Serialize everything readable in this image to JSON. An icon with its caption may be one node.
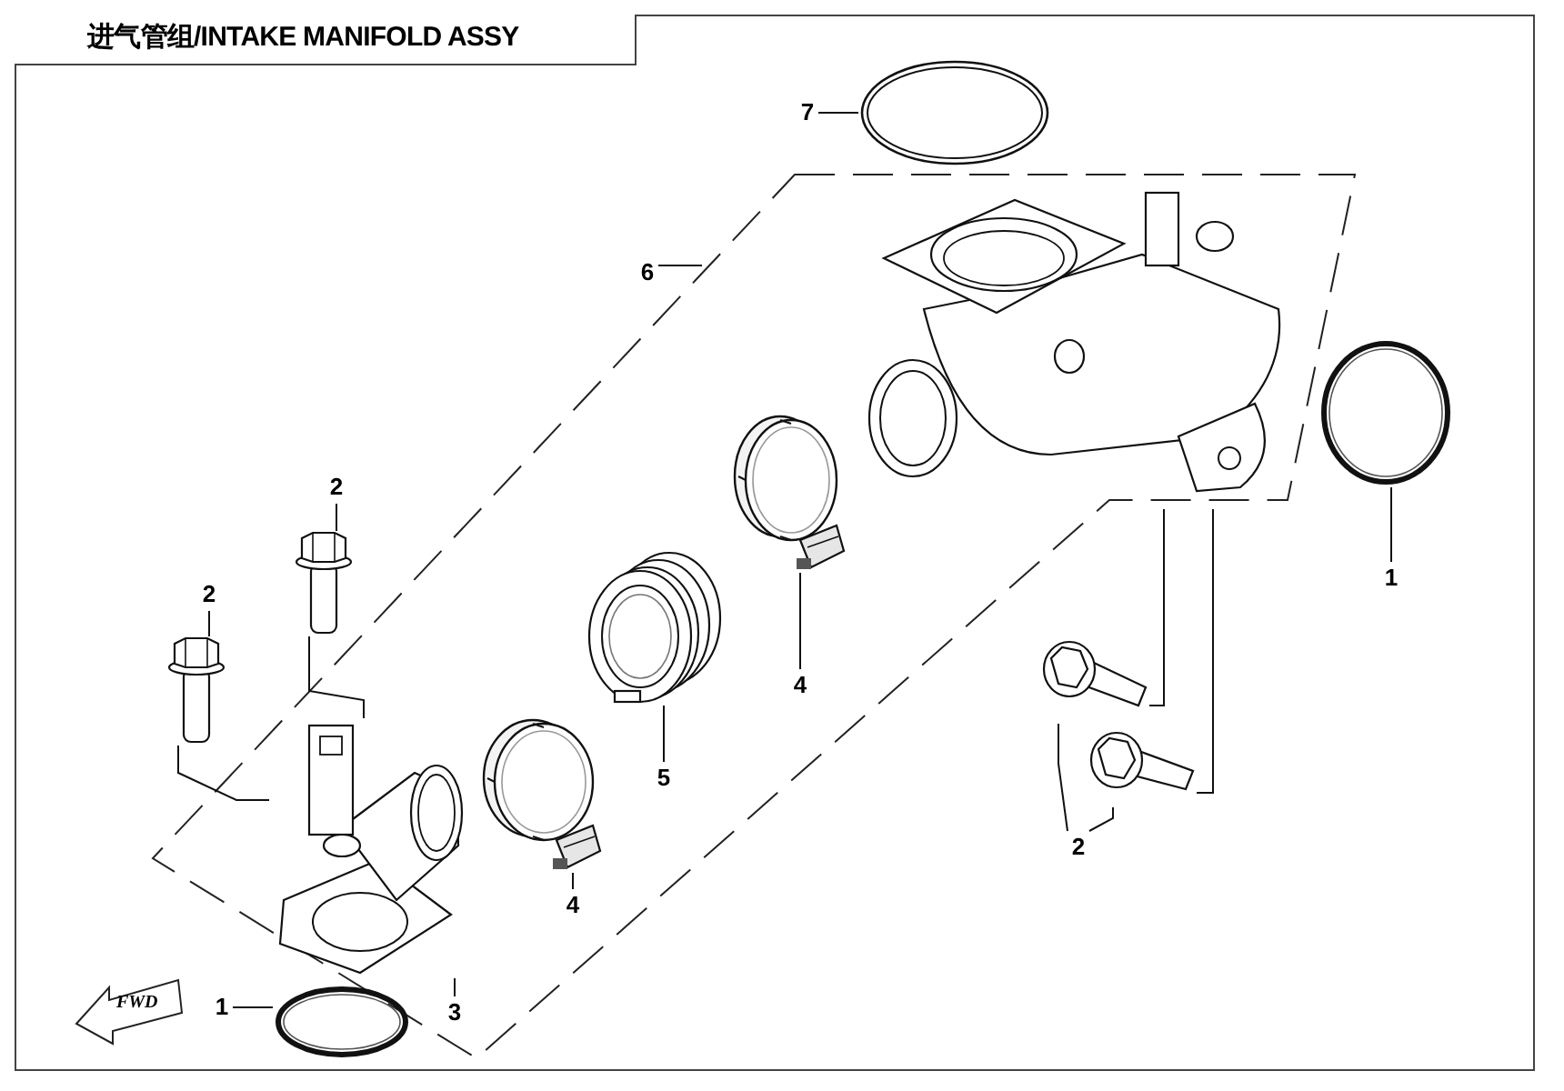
{
  "diagram": {
    "title": "进气管组/INTAKE MANIFOLD ASSY",
    "nodes": [
      {
        "text": [
          "7"
        ]
      },
      {
        "text": [],
        "shape": "picture"
      },
      {
        "text": [
          "6"
        ]
      },
      {
        "text": [],
        "shape": "picture"
      },
      {
        "text": [],
        "shape": "picture"
      },
      {
        "text": [
          "1"
        ]
      },
      {
        "text": [
          "2"
        ]
      },
      {
        "text": [],
        "shape": "picture"
      },
      {
        "text": [
          "2"
        ]
      },
      {
        "text": [],
        "shape": "picture"
      },
      {
        "text": [],
        "shape": "picture"
      },
      {
        "text": [
          "4"
        ]
      },
      {
        "text": [],
        "shape": "picture"
      },
      {
        "text": [
          "5"
        ]
      },
      {
        "text": [],
        "shape": "picture"
      },
      {
        "text": [
          "4"
        ]
      },
      {
        "text": [],
        "shape": "picture"
      },
      {
        "text": [
          "3"
        ]
      },
      {
        "text": [],
        "shape": "picture"
      },
      {
        "text": [
          "1"
        ]
      },
      {
        "text": [],
        "shape": "picture"
      },
      {
        "text": [],
        "shape": "picture"
      },
      {
        "text": [
          "2"
        ]
      },
      {
        "text": [
          "FWD"
        ]
      }
    ],
    "edges": [
      {
        "from": 0,
        "to": 1,
        "arrow": "none"
      },
      {
        "from": 2,
        "to": null,
        "arrow": "none"
      },
      {
        "from": 5,
        "to": 4,
        "arrow": "none"
      },
      {
        "from": 6,
        "to": 7,
        "arrow": "none"
      },
      {
        "from": 8,
        "to": 9,
        "arrow": "none"
      },
      {
        "from": 11,
        "to": 10,
        "arrow": "none"
      },
      {
        "from": 13,
        "to": 12,
        "arrow": "none"
      },
      {
        "from": 15,
        "to": 14,
        "arrow": "none"
      },
      {
        "from": 17,
        "to": 16,
        "arrow": "none"
      },
      {
        "from": 19,
        "to": 18,
        "arrow": "none"
      },
      {
        "from": 22,
        "to": 20,
        "arrow": "none"
      },
      {
        "from": 22,
        "to": 21,
        "arrow": "none"
      },
      {
        "from": 7,
        "to": 16,
        "arrow": "none"
      },
      {
        "from": 9,
        "to": 16,
        "arrow": "none"
      },
      {
        "from": 20,
        "to": 3,
        "arrow": "none"
      },
      {
        "from": 21,
        "to": 3,
        "arrow": "none"
      }
    ]
  }
}
